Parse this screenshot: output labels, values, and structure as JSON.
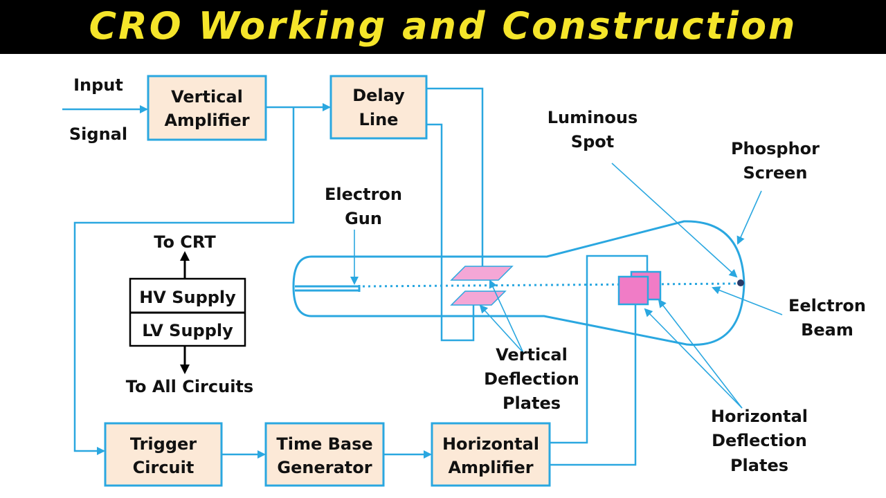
{
  "title": "CRO Working and Construction",
  "colors": {
    "title_bg": "#000000",
    "title_text": "#f5e52a",
    "box_fill": "#fce9d7",
    "line": "#2aa7e0",
    "plate": "#f4a7d6"
  },
  "labels": {
    "input": "Input",
    "signal": "Signal",
    "to_crt": "To CRT",
    "to_all_circuits": "To All Circuits",
    "electron_gun_1": "Electron",
    "electron_gun_2": "Gun",
    "luminous_spot_1": "Luminous",
    "luminous_spot_2": "Spot",
    "phosphor_screen_1": "Phosphor",
    "phosphor_screen_2": "Screen",
    "electron_beam_1": "Eelctron",
    "electron_beam_2": "Beam",
    "vertical_plates_1": "Vertical",
    "vertical_plates_2": "Deflection",
    "vertical_plates_3": "Plates",
    "horizontal_plates_1": "Horizontal",
    "horizontal_plates_2": "Deflection",
    "horizontal_plates_3": "Plates"
  },
  "blocks": {
    "vertical_amplifier": [
      "Vertical",
      "Amplifier"
    ],
    "delay_line": [
      "Delay",
      "Line"
    ],
    "hv_supply": "HV Supply",
    "lv_supply": "LV Supply",
    "trigger_circuit": [
      "Trigger",
      "Circuit"
    ],
    "time_base_generator": [
      "Time Base",
      "Generator"
    ],
    "horizontal_amplifier": [
      "Horizontal",
      "Amplifier"
    ]
  }
}
